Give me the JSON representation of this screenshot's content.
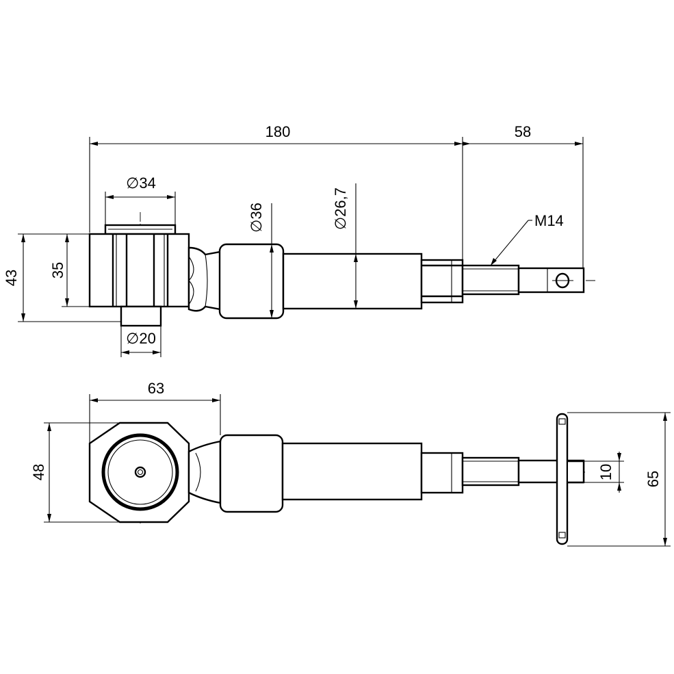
{
  "dimensions": {
    "top_view": {
      "total_length": "180",
      "tip_length": "58",
      "head_diameter": "∅34",
      "collar_diameter": "∅36",
      "shaft_diameter": "∅26,7",
      "thread": "M14",
      "head_height_outer": "43",
      "head_height_inner": "35",
      "boss_diameter": "∅20"
    },
    "side_view": {
      "head_width": "63",
      "head_height": "48",
      "key_width": "10",
      "key_length": "65"
    }
  }
}
